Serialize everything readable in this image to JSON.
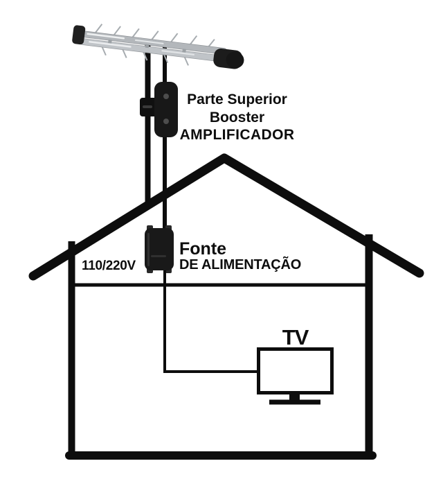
{
  "diagram": {
    "title_semantic": "tv-antenna-booster-installation-diagram",
    "background_color": "#ffffff",
    "ink_color": "#0d0d0d",
    "antenna": {
      "icon": "tv-antenna-icon",
      "boom_color": "#b7bbbf",
      "cap_color": "#1d1d1d"
    },
    "booster": {
      "icon": "booster-amplifier-icon",
      "body_color": "#181818",
      "label_lines": [
        "Parte Superior",
        "Booster",
        "AMPLIFICADOR"
      ]
    },
    "power_supply": {
      "icon": "power-supply-icon",
      "body_color": "#191919",
      "voltage": "110/220V",
      "label_line1": "Fonte",
      "label_line2": "DE ALIMENTAÇÃO"
    },
    "tv": {
      "icon": "tv-icon",
      "label": "TV"
    }
  }
}
